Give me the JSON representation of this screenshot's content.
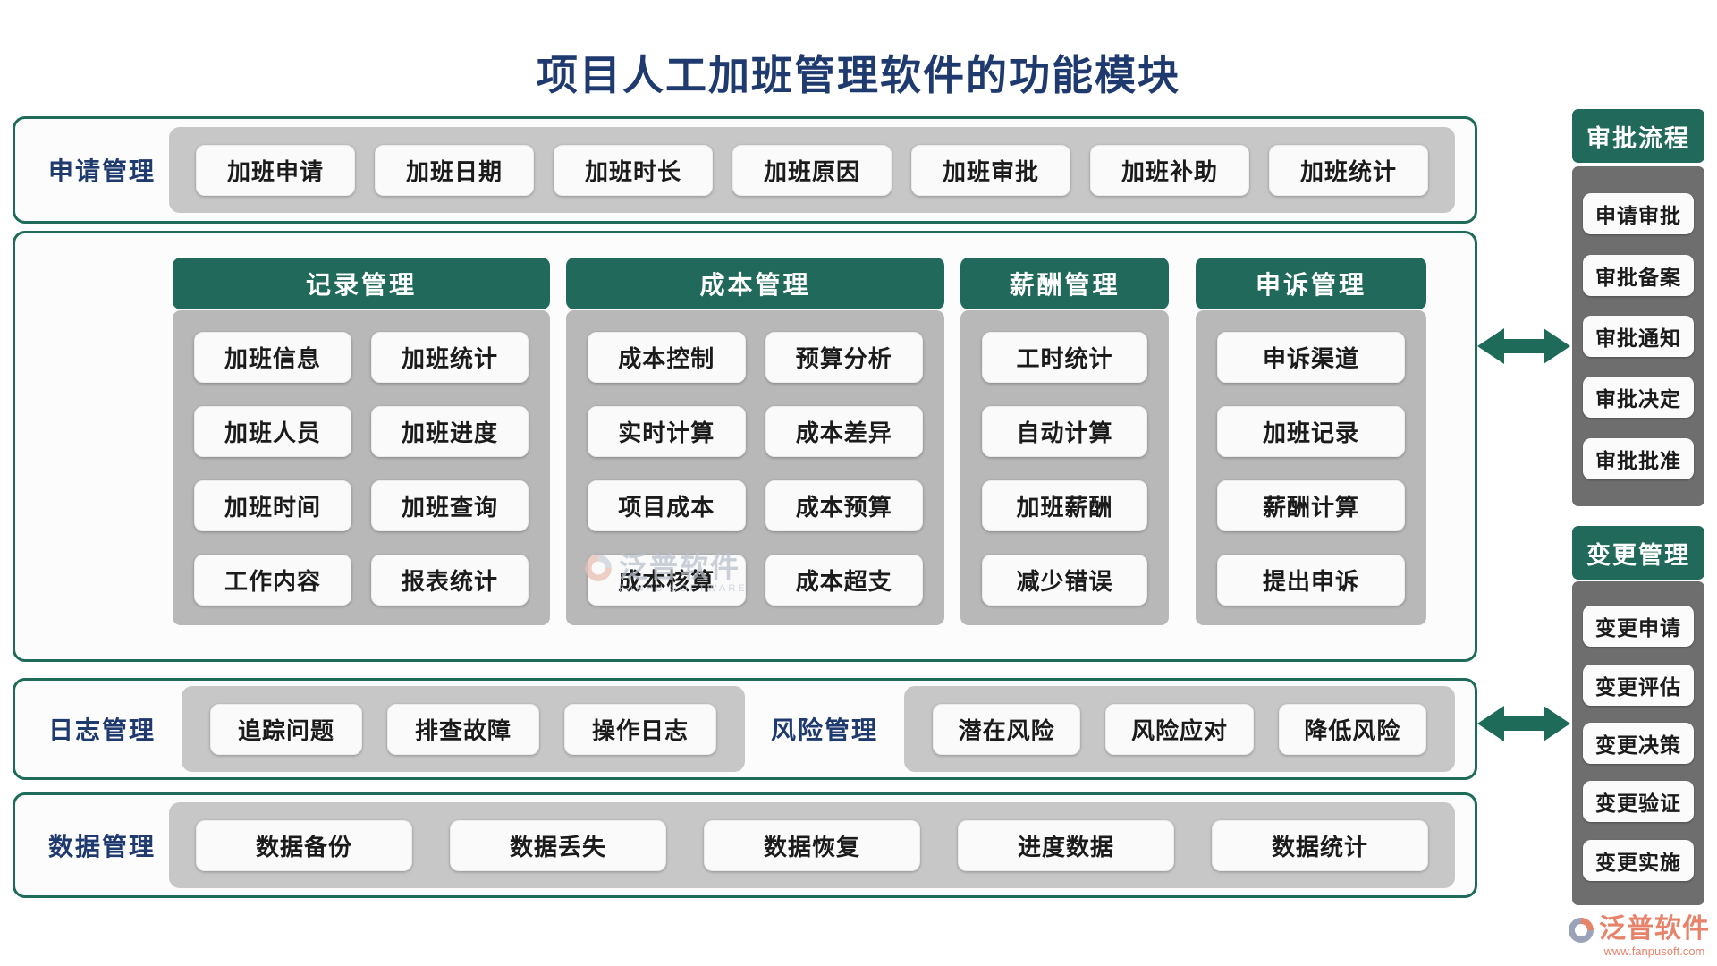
{
  "title": "项目人工加班管理软件的功能模块",
  "colors": {
    "teal_accent": "#21695a",
    "border_teal": "#1e6b59",
    "navy_text": "#1f3a6e",
    "container_gray": "#c7c7c7",
    "sidebar_gray": "#6e6e6e",
    "chip_bg": "#fafafa",
    "brand_salmon": "#e8836b"
  },
  "row1": {
    "label": "申请管理",
    "items": [
      "加班申请",
      "加班日期",
      "加班时长",
      "加班原因",
      "加班审批",
      "加班补助",
      "加班统计"
    ]
  },
  "columns": [
    {
      "header": "记录管理",
      "items": [
        "加班信息",
        "加班统计",
        "加班人员",
        "加班进度",
        "加班时间",
        "加班查询",
        "工作内容",
        "报表统计"
      ]
    },
    {
      "header": "成本管理",
      "items": [
        "成本控制",
        "预算分析",
        "实时计算",
        "成本差异",
        "项目成本",
        "成本预算",
        "成本核算",
        "成本超支"
      ]
    },
    {
      "header": "薪酬管理",
      "items": [
        "工时统计",
        "自动计算",
        "加班薪酬",
        "减少错误"
      ]
    },
    {
      "header": "申诉管理",
      "items": [
        "申诉渠道",
        "加班记录",
        "薪酬计算",
        "提出申诉"
      ]
    }
  ],
  "row3": {
    "log": {
      "label": "日志管理",
      "items": [
        "追踪问题",
        "排查故障",
        "操作日志"
      ]
    },
    "risk": {
      "label": "风险管理",
      "items": [
        "潜在风险",
        "风险应对",
        "降低风险"
      ]
    }
  },
  "row4": {
    "label": "数据管理",
    "items": [
      "数据备份",
      "数据丢失",
      "数据恢复",
      "进度数据",
      "数据统计"
    ]
  },
  "sidebar": {
    "approval": {
      "header": "审批流程",
      "items": [
        "申请审批",
        "审批备案",
        "审批通知",
        "审批决定",
        "审批批准"
      ]
    },
    "change": {
      "header": "变更管理",
      "items": [
        "变更申请",
        "变更评估",
        "变更决策",
        "变更验证",
        "变更实施"
      ]
    }
  },
  "watermark": {
    "brand": "泛普软件",
    "subtitle": "FANPU SOFTWARE"
  },
  "footer": {
    "brand": "泛普软件",
    "website": "www.fanpusoft.com"
  }
}
